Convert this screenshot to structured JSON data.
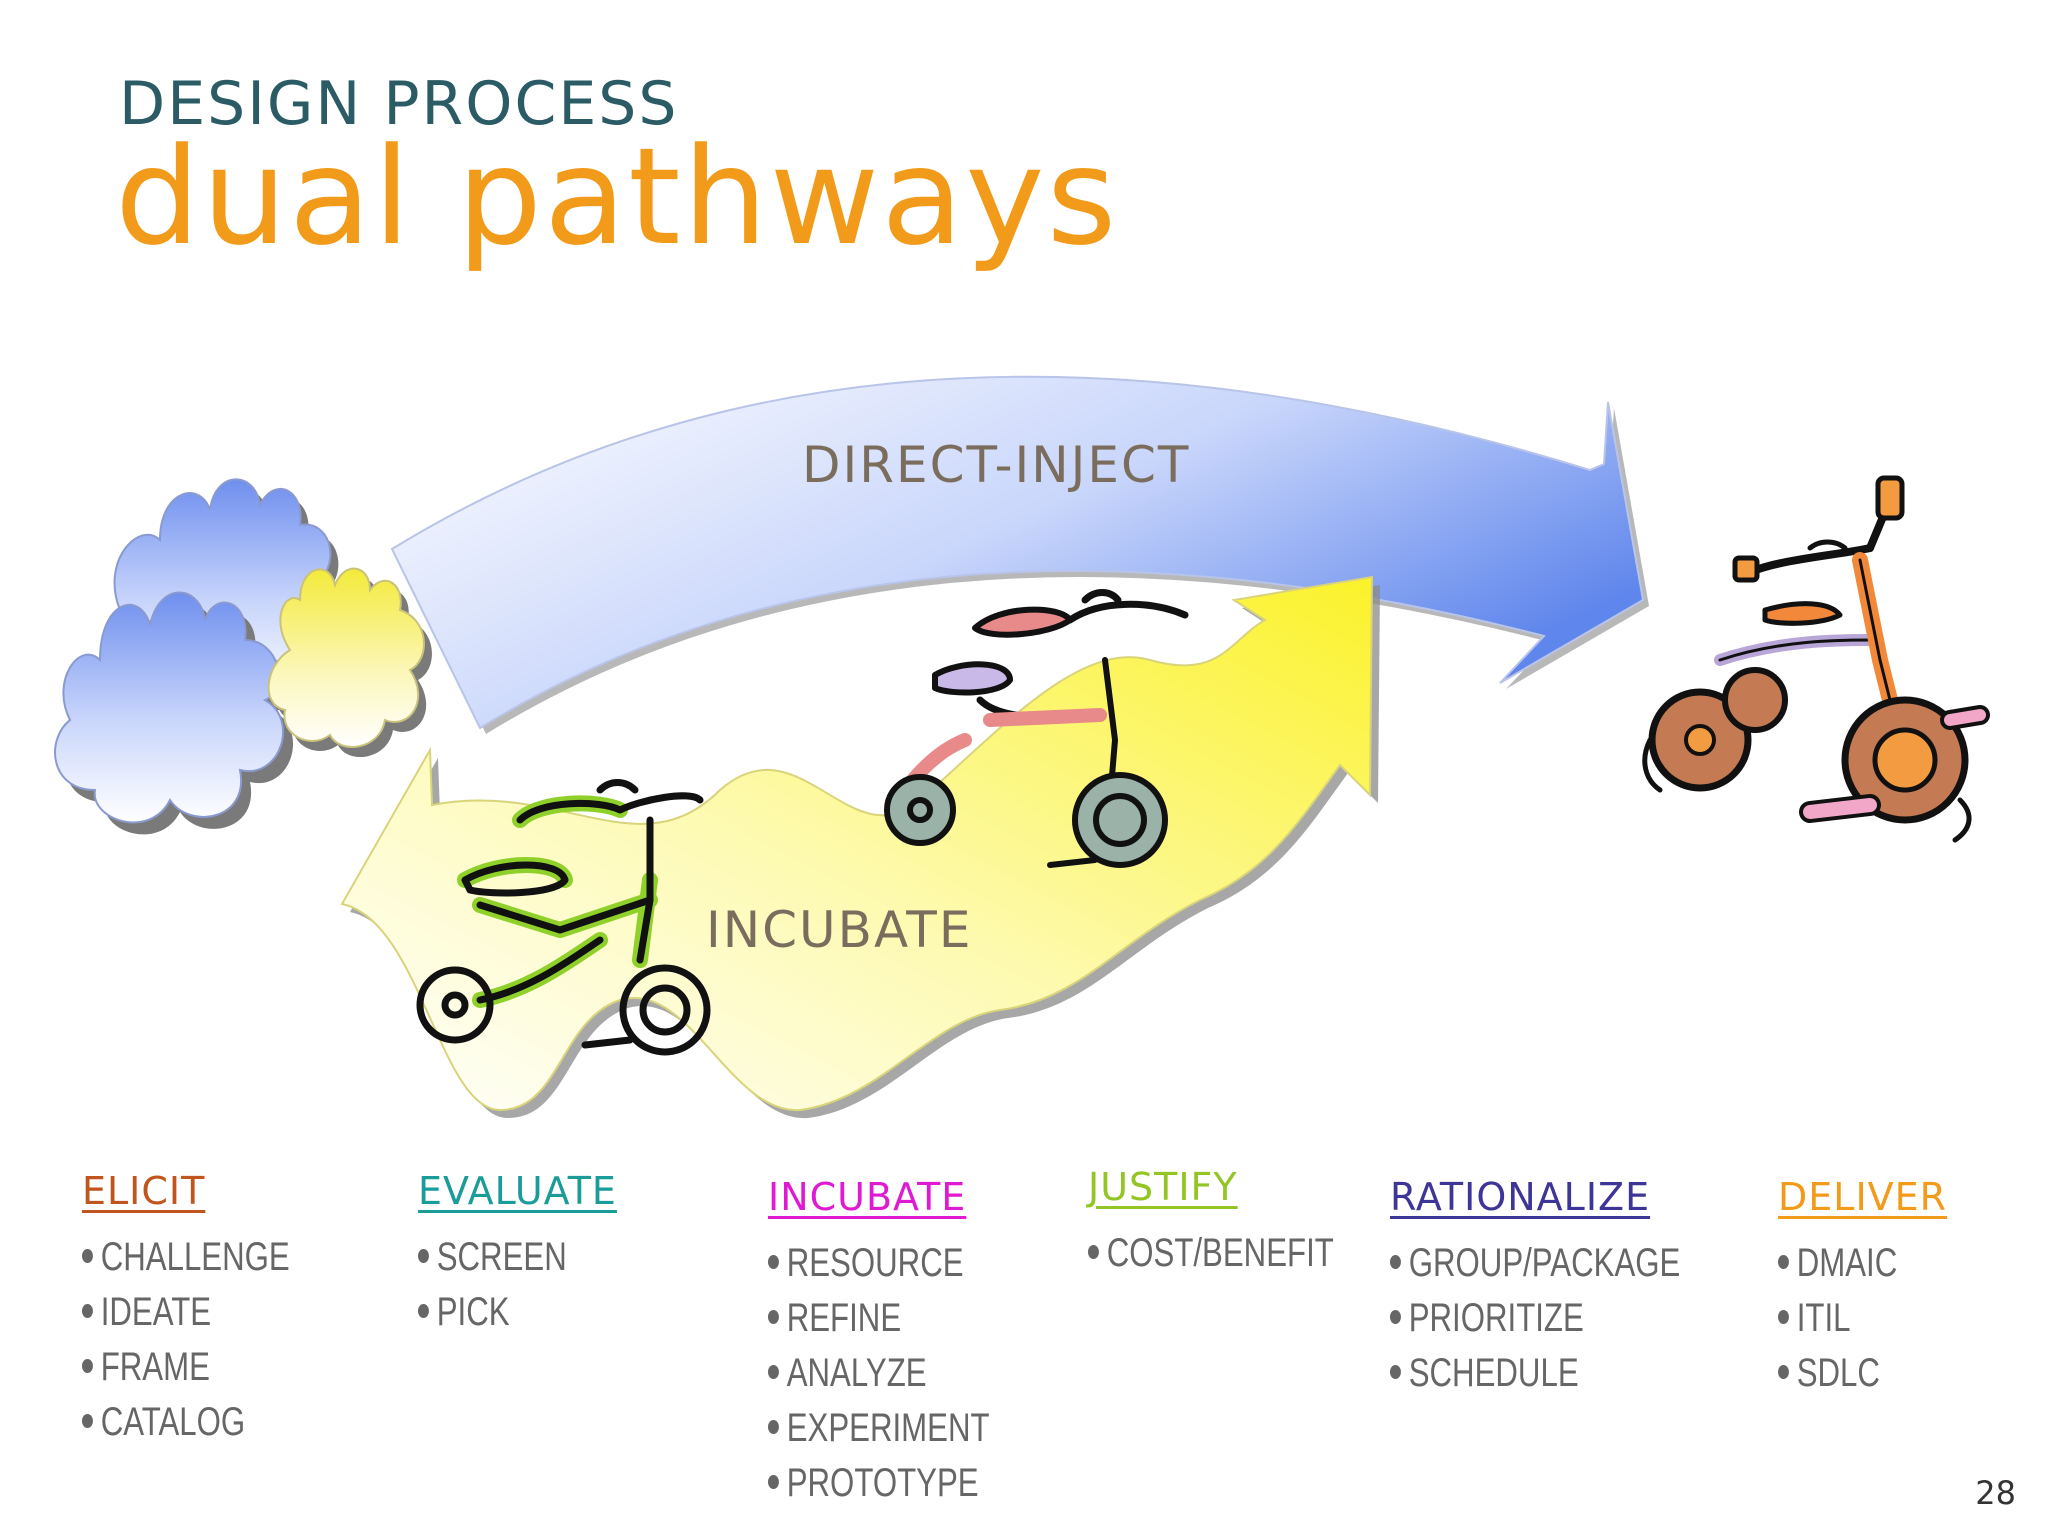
{
  "header": {
    "kicker": "DESIGN PROCESS",
    "title": "dual pathways"
  },
  "diagram": {
    "direct_label": "DIRECT-INJECT",
    "incubate_label": "INCUBATE",
    "colors": {
      "direct_arrow": "#6a8fe8",
      "incubate_arrow": "#fbf24a",
      "cloud_blue": "#7f9ff0",
      "cloud_yellow": "#f6ee5a",
      "trike_green": "#8fd12a",
      "trike_pink": "#e98a8a",
      "trike_orange": "#f2883a"
    }
  },
  "stages": [
    {
      "name": "ELICIT",
      "color": "#c0561e",
      "items": [
        "CHALLENGE",
        "IDEATE",
        "FRAME",
        "CATALOG"
      ]
    },
    {
      "name": "EVALUATE",
      "color": "#1a9c99",
      "items": [
        "SCREEN",
        "PICK"
      ]
    },
    {
      "name": "INCUBATE",
      "color": "#e01ad2",
      "items": [
        "RESOURCE",
        "REFINE",
        "ANALYZE",
        "EXPERIMENT",
        "PROTOTYPE"
      ]
    },
    {
      "name": "JUSTIFY",
      "color": "#93c524",
      "items": [
        "COST/BENEFIT"
      ]
    },
    {
      "name": "RATIONALIZE",
      "color": "#3d3597",
      "items": [
        "GROUP/PACKAGE",
        "PRIORITIZE",
        "SCHEDULE"
      ]
    },
    {
      "name": "DELIVER",
      "color": "#f29b1a",
      "items": [
        "DMAIC",
        "ITIL",
        "SDLC"
      ]
    }
  ],
  "page_number": "28"
}
